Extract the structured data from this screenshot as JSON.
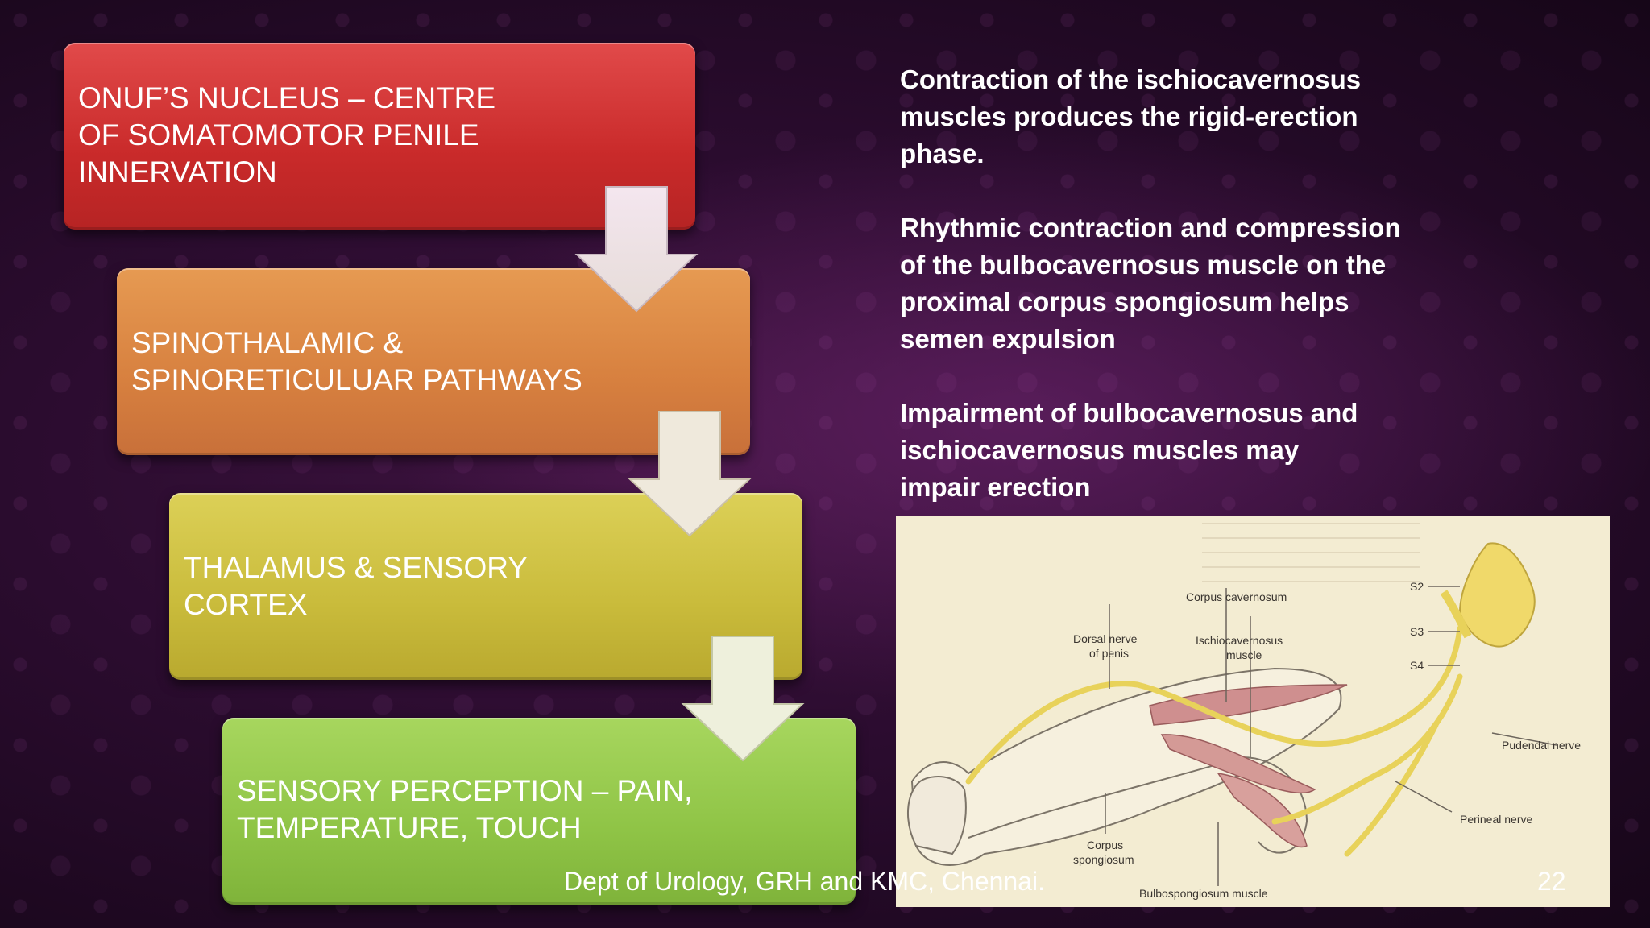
{
  "flow": {
    "step1": [
      "ONUF’S NUCLEUS – CENTRE",
      "OF SOMATOMOTOR PENILE",
      "INNERVATION"
    ],
    "step2": [
      "SPINOTHALAMIC  &",
      "SPINORETICULUAR PATHWAYS"
    ],
    "step3": [
      "THALAMUS & SENSORY",
      "CORTEX"
    ],
    "step4": [
      "SENSORY PERCEPTION – PAIN,",
      "TEMPERATURE, TOUCH"
    ]
  },
  "notes": {
    "p1": [
      "Contraction of the ischiocavernosus",
      "muscles produces the rigid-erection",
      "phase."
    ],
    "p2": [
      "Rhythmic contraction and compression",
      "of the bulbocavernosus muscle on the",
      "proximal corpus spongiosum helps",
      "semen expulsion"
    ],
    "p3": [
      "Impairment of bulbocavernosus and",
      "ischiocavernosus muscles may",
      "impair erection"
    ]
  },
  "figure": {
    "labels": {
      "corpus_cavernosum": "Corpus cavernosum",
      "dorsal_nerve_1": "Dorsal nerve",
      "dorsal_nerve_2": "of penis",
      "ischio_1": "Ischiocavernosus",
      "ischio_2": "muscle",
      "s2": "S2",
      "s3": "S3",
      "s4": "S4",
      "pudendal": "Pudendal nerve",
      "perineal": "Perineal nerve",
      "spongiosum_1": "Corpus",
      "spongiosum_2": "spongiosum",
      "bulbo": "Bulbospongiosum muscle"
    }
  },
  "footer": {
    "text": "Dept of Urology, GRH and KMC, Chennai.",
    "page": "22"
  },
  "colors": {
    "step1": "#c92a2a",
    "step2": "#d7803f",
    "step3": "#c9bb3b",
    "step4": "#8fc446",
    "nerve": "#e8d25a",
    "muscle": "#c77a7a"
  }
}
